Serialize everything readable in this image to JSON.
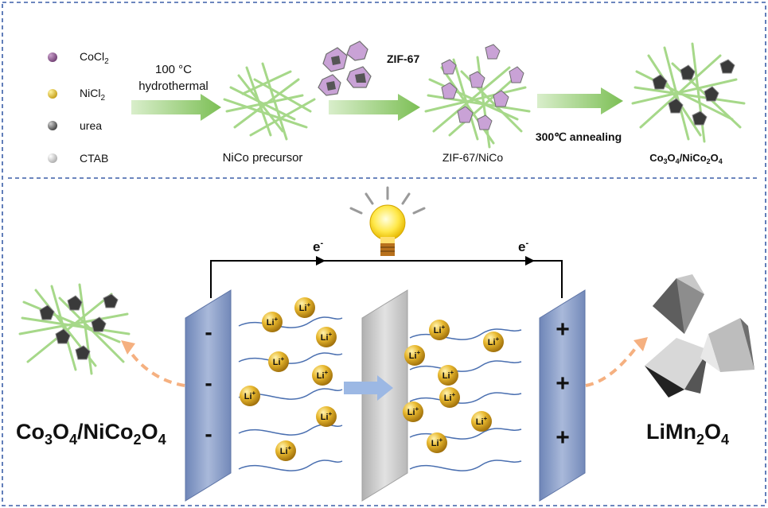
{
  "reagents": {
    "cocl2": {
      "label": "CoCl",
      "sub": "2"
    },
    "nicl2": {
      "label": "NiCl",
      "sub": "2"
    },
    "urea": {
      "label": "urea"
    },
    "ctab": {
      "label": "CTAB"
    }
  },
  "steps": {
    "step1_temp": "100 °C",
    "step1_method": "hydrothermal",
    "precursor": "NiCo precursor",
    "zif_label": "ZIF-67",
    "zif_nico": "ZIF-67/NiCo",
    "annealing": "300℃ annealing"
  },
  "product_small": {
    "p1": "Co",
    "s1": "3",
    "p2": "O",
    "s2": "4",
    "p3": "/NiCo",
    "s3": "2",
    "p4": "O",
    "s4": "4"
  },
  "battery": {
    "electron_left": "e",
    "electron_right": "e",
    "electron_sup": "-",
    "ion": "Li",
    "ion_sup": "+",
    "neg_sign": "-",
    "pos_sign": "+"
  },
  "anode_label": {
    "p1": "Co",
    "s1": "3",
    "p2": "O",
    "s2": "4",
    "p3": "/NiCo",
    "s3": "2",
    "p4": "O",
    "s4": "4"
  },
  "cathode_label": {
    "p1": "LiMn",
    "s1": "2",
    "p2": "O",
    "s2": "4"
  },
  "colors": {
    "frame": "#3b5fa8",
    "arrow_green": "#8cc464",
    "fiber": "#a6d889",
    "electrode": "#8a9fc6",
    "separator": "#c8c8c8",
    "ion": "#d9a520",
    "wire": "#4a6fb0",
    "dash_orange": "#f5b080"
  }
}
